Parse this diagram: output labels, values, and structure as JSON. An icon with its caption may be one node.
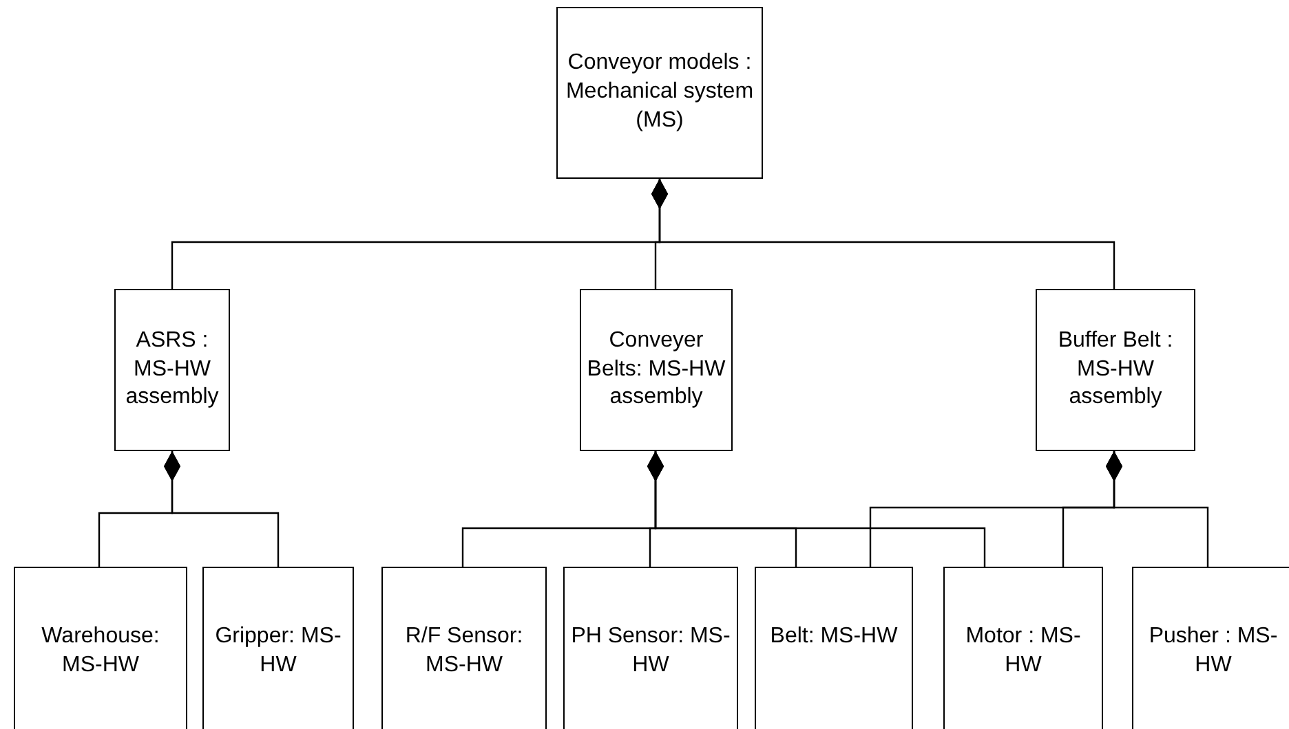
{
  "diagram": {
    "nodes": [
      {
        "text": [
          "Conveyor models : Mechanical system (MS)"
        ]
      },
      {
        "text": [
          "ASRS : MS-HW assembly"
        ]
      },
      {
        "text": [
          "Conveyer Belts: MS-HW assembly"
        ]
      },
      {
        "text": [
          "Buffer Belt : MS-HW assembly"
        ]
      },
      {
        "text": [
          "Warehouse: MS-HW"
        ]
      },
      {
        "text": [
          "Gripper: MS-HW"
        ]
      },
      {
        "text": [
          "R/F Sensor: MS-HW"
        ]
      },
      {
        "text": [
          "PH Sensor: MS-HW"
        ]
      },
      {
        "text": [
          "Belt: MS-HW"
        ]
      },
      {
        "text": [
          "Motor : MS-HW"
        ]
      },
      {
        "text": [
          "Pusher : MS-HW"
        ]
      }
    ],
    "edges": [
      {
        "from": 0,
        "to": 1,
        "arrow": "other"
      },
      {
        "from": 0,
        "to": 2,
        "arrow": "other"
      },
      {
        "from": 0,
        "to": 3,
        "arrow": "other"
      },
      {
        "from": 1,
        "to": 4,
        "arrow": "other"
      },
      {
        "from": 1,
        "to": 5,
        "arrow": "other"
      },
      {
        "from": 2,
        "to": 6,
        "arrow": "other"
      },
      {
        "from": 2,
        "to": 7,
        "arrow": "other"
      },
      {
        "from": 2,
        "to": 8,
        "arrow": "other"
      },
      {
        "from": 2,
        "to": 9,
        "arrow": "other"
      },
      {
        "from": 3,
        "to": 8,
        "arrow": "other"
      },
      {
        "from": 3,
        "to": 9,
        "arrow": "other"
      },
      {
        "from": 3,
        "to": 10,
        "arrow": "other"
      }
    ]
  }
}
